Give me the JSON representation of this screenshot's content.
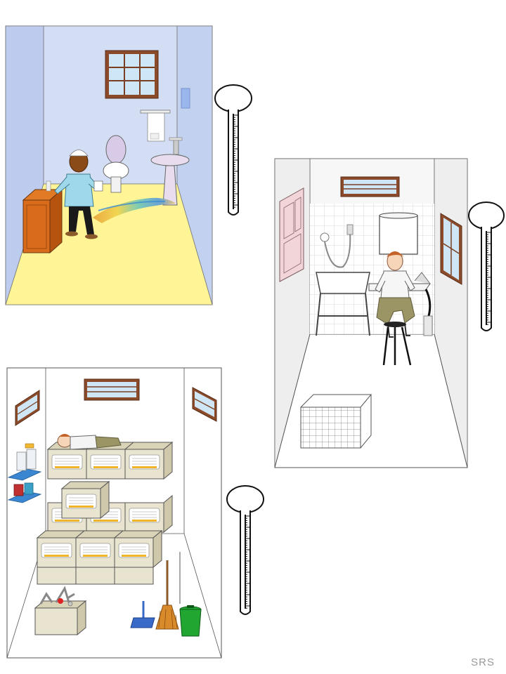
{
  "scenes": [
    {
      "id": "bathroom-one",
      "wall_color": "#c9d6f2",
      "floor_color": "#fff597"
    },
    {
      "id": "shower-room",
      "wall_color": "#f0f0f0",
      "floor_color": "#ffffff"
    },
    {
      "id": "storage-room",
      "wall_color": "#ffffff",
      "floor_color": "#ffffff"
    }
  ],
  "thermometers": [
    {
      "scene": "bathroom-one",
      "icon": "thermometer-icon"
    },
    {
      "scene": "shower-room",
      "icon": "thermometer-icon"
    },
    {
      "scene": "storage-room",
      "icon": "thermometer-icon"
    }
  ],
  "signature": "SRS"
}
